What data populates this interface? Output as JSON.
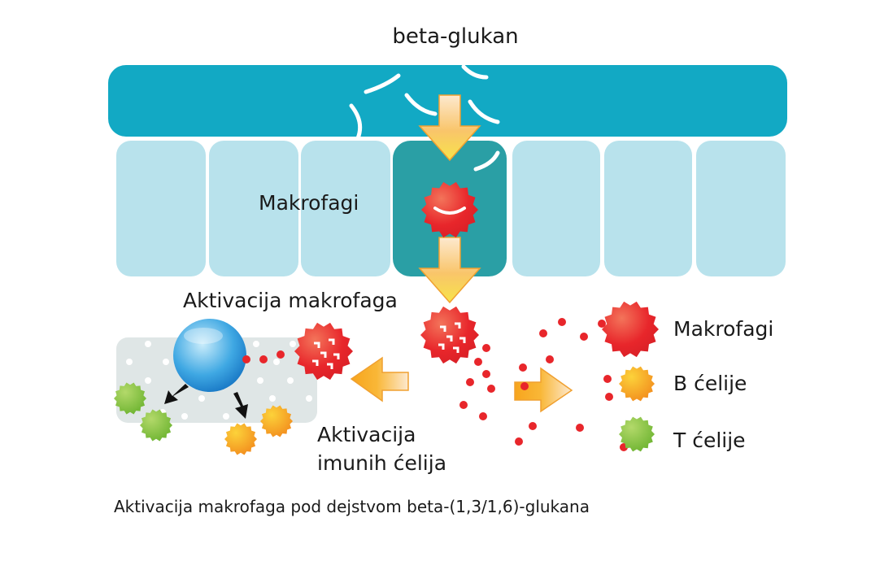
{
  "title": "beta-glukan",
  "labels": {
    "makrofagi_cell": "Makrofagi",
    "aktivacija_makrofaga": "Aktivacija makrofaga",
    "aktivacija_line1": "Aktivacija",
    "aktivacija_line2": "imunih ćelija"
  },
  "legend": [
    {
      "label": "Makrofagi",
      "color": "#e8262b"
    },
    {
      "label": "B ćelije",
      "color": "#f7941d"
    },
    {
      "label": "T ćelije",
      "color": "#8dc63f"
    }
  ],
  "caption": "Aktivacija makrofaga pod dejstvom beta-(1,3/1,6)-glukana",
  "colors": {
    "band": "#12a9c4",
    "cell": "#b8e2ec",
    "active_cell": "#2a9fa5",
    "zone": "#dfe6e6",
    "arrow": "#f7b52b",
    "dots": "#e8262b"
  }
}
